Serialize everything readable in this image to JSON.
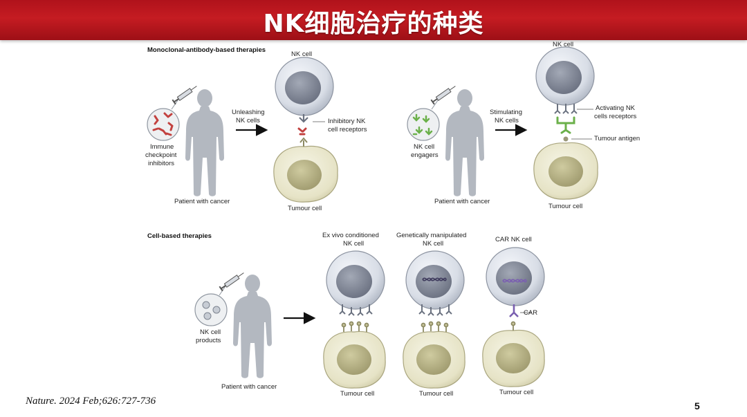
{
  "header": {
    "title": "NK细胞治疗的种类"
  },
  "sections": {
    "mab": "Monoclonal-antibody-based therapies",
    "cell": "Cell-based therapies"
  },
  "labels": {
    "nk_cell": "NK cell",
    "unleashing": [
      "Unleashing",
      "NK cells"
    ],
    "inhibitory": [
      "Inhibitory NK",
      "cell receptors"
    ],
    "checkpoint": [
      "Immune",
      "checkpoint",
      "inhibitors"
    ],
    "patient": "Patient with cancer",
    "tumour_cell": "Tumour cell",
    "stimulating": [
      "Stimulating",
      "NK cells"
    ],
    "activating": [
      "Activating NK",
      "cells receptors"
    ],
    "tumour_antigen": "Tumour antigen",
    "engagers": [
      "NK cell",
      "engagers"
    ],
    "ex_vivo": [
      "Ex vivo conditioned",
      "NK cell"
    ],
    "genetically": [
      "Genetically manipulated",
      "NK cell"
    ],
    "car_nk": "CAR NK cell",
    "car": "CAR",
    "products": [
      "NK cell",
      "products"
    ]
  },
  "footer": {
    "citation": "Nature. 2024 Feb;626:727-736",
    "page": "5"
  },
  "colors": {
    "header_red": "#b5141c",
    "inhibitor_red": "#c2413f",
    "engager_green": "#6bb04a",
    "dna_purple": "#7a5fb0"
  }
}
